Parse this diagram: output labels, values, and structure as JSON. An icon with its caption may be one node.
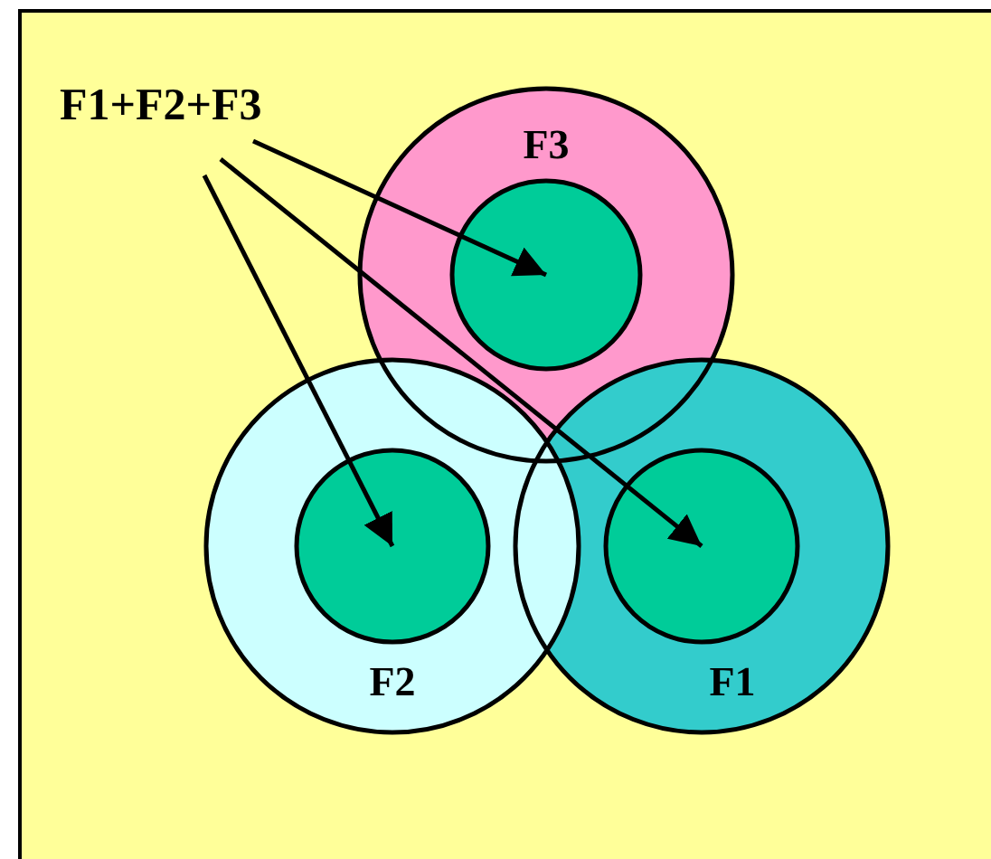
{
  "diagram": {
    "nodes": [
      {
        "text": [
          "F1+F2+F3"
        ]
      },
      {
        "text": [
          "F3"
        ]
      },
      {
        "text": [],
        "shape": "circle",
        "in": 1
      },
      {
        "text": [
          "F2"
        ]
      },
      {
        "text": [],
        "shape": "circle",
        "in": 3
      },
      {
        "text": [
          "F1"
        ]
      },
      {
        "text": [],
        "shape": "circle",
        "in": 5
      }
    ],
    "edges": [
      {
        "from": 0,
        "to": 2,
        "arrow": "to"
      },
      {
        "from": 0,
        "to": 6,
        "arrow": "to"
      },
      {
        "from": 0,
        "to": 4,
        "arrow": "to"
      }
    ]
  }
}
